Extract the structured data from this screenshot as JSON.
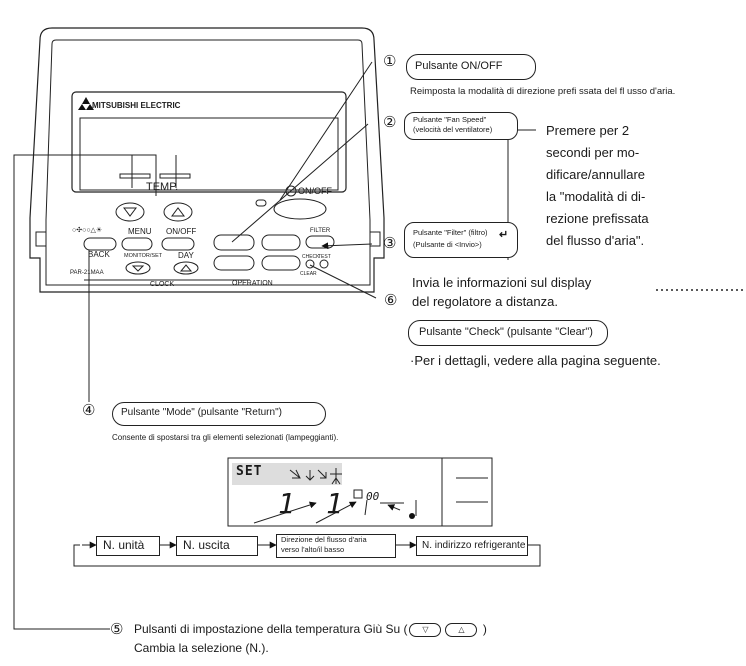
{
  "remote": {
    "brand": "MITSUBISHI ELECTRIC",
    "temp_label": "TEMP.",
    "onoff_big": "ON/OFF",
    "menu_label": "MENU",
    "onoff_small": "ON/OFF",
    "back_label": "BACK",
    "monitor_label": "MONITOR/SET",
    "day_label": "DAY",
    "clock_label": "CLOCK",
    "operation_label": "OPERATION",
    "filter_label": "FILTER",
    "check_label": "CHECK",
    "test_label": "TEST",
    "clear_label": "CLEAR",
    "model_label": "PAR-21MAA"
  },
  "callouts": {
    "c1": {
      "num": "①",
      "title": "Pulsante ON/OFF",
      "desc": "Reimposta la modalità di direzione prefi ssata del fl usso d'aria."
    },
    "c2": {
      "num": "②",
      "title_l1": "Pulsante \"Fan Speed\"",
      "title_l2": "(velocità del ventilatore)"
    },
    "c3": {
      "num": "③",
      "title_l1": "Pulsante \"Filter\" (filtro)",
      "title_l2": "(Pulsante di <Invio>)",
      "desc_l1": "Invia le informazioni sul display",
      "desc_l2": "del regolatore a distanza."
    },
    "bracket_text": [
      "Premere per 2",
      "secondi per mo-",
      "dificare/annullare",
      "la \"modalità di di-",
      "rezione prefissata",
      "del flusso d'aria\"."
    ],
    "c6": {
      "num": "⑥",
      "title": "Pulsante \"Check\" (pulsante \"Clear\")",
      "desc": "·Per i dettagli, vedere alla pagina seguente."
    },
    "c4": {
      "num": "④",
      "title": "Pulsante \"Mode\" (pulsante \"Return\")",
      "desc": "Consente di spostarsi tra gli elementi selezionati (lampeggianti)."
    },
    "c5": {
      "num": "⑤",
      "desc_l1_pre": "Pulsanti di impostazione della temperatura Giù Su (",
      "desc_l1_post": ")",
      "desc_l2": "Cambia la selezione (N.)."
    }
  },
  "lcd": {
    "set_label": "SET",
    "digits_unit": "1",
    "digits_outlet": "1",
    "digits_addr": "00"
  },
  "flow": {
    "unit": "N. unità",
    "outlet": "N. uscita",
    "direction_l1": "Direzione del flusso d'aria",
    "direction_l2": "verso l'alto/il basso",
    "refrigerant": "N. indirizzo refrigerante"
  }
}
